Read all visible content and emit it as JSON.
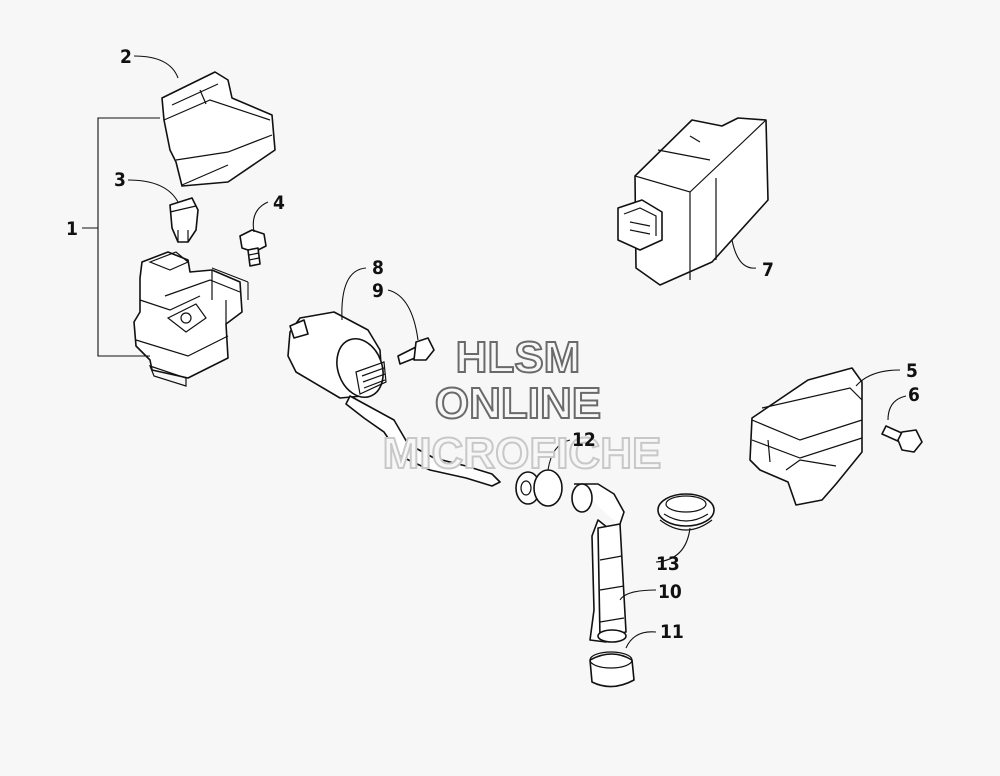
{
  "watermark": {
    "line1": "HLSM",
    "line2": "ONLINE",
    "line3": "MICROFICHE"
  },
  "callouts": [
    "1",
    "2",
    "3",
    "4",
    "5",
    "6",
    "7",
    "8",
    "9",
    "10",
    "11",
    "12",
    "13"
  ]
}
